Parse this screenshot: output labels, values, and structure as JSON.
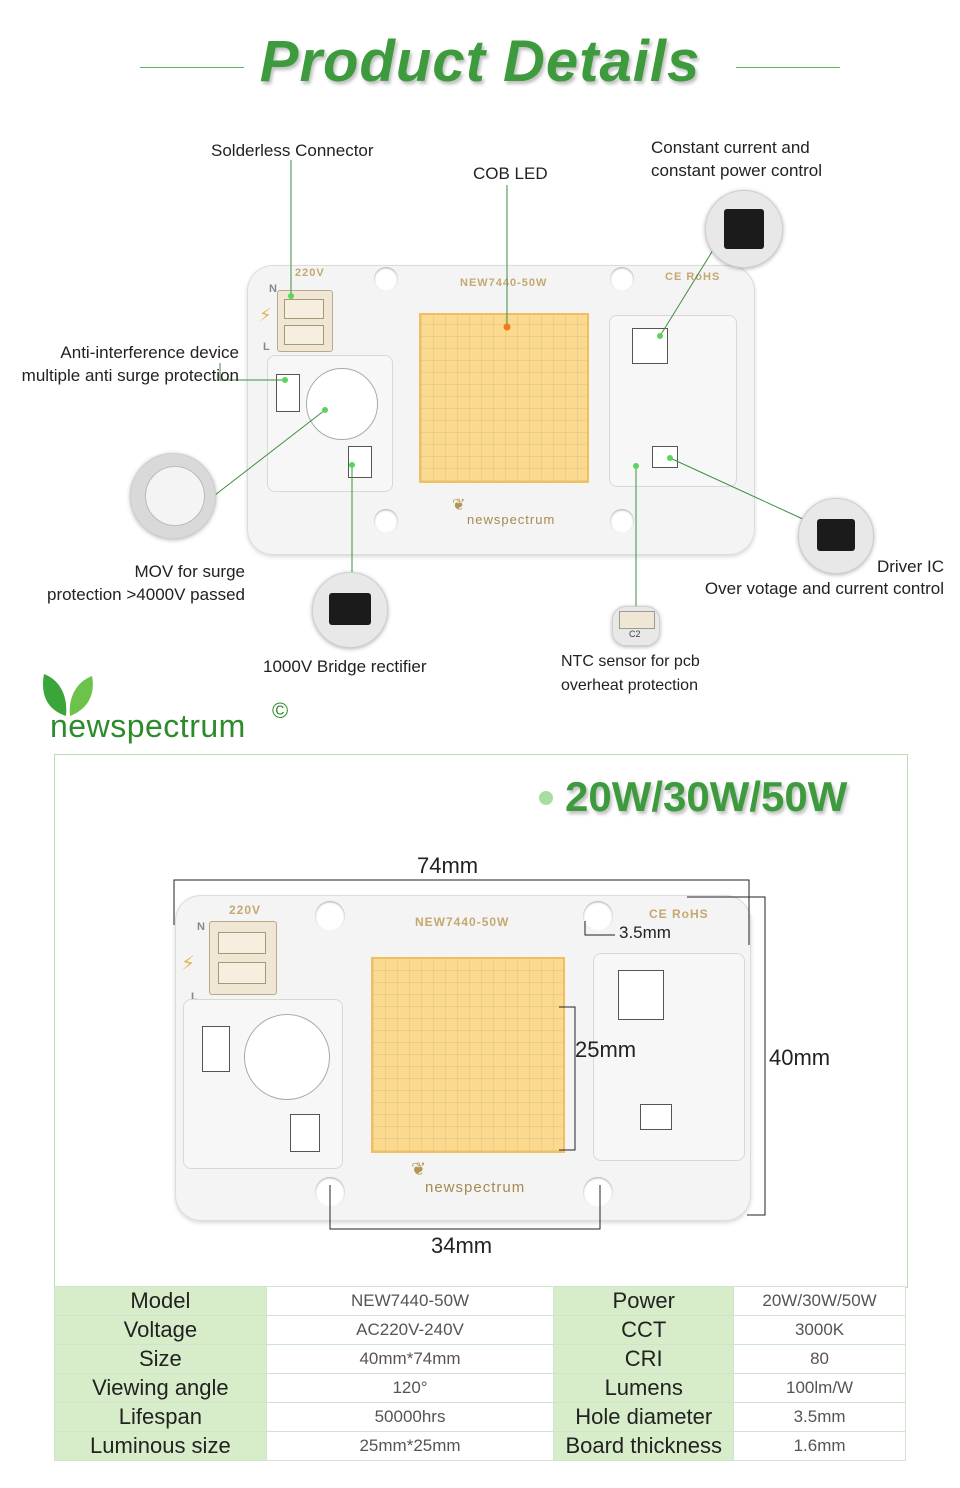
{
  "header": {
    "title": "Product Details"
  },
  "callouts": {
    "solderless": "Solderless Connector",
    "cob": "COB LED",
    "constant_1": "Constant current and",
    "constant_2": "constant power control",
    "anti_1": "Anti-interference device",
    "anti_2": "multiple anti surge protection",
    "mov_1": "MOV for surge",
    "mov_2": "protection >4000V passed",
    "bridge": "1000V Bridge rectifier",
    "ntc_1": "NTC sensor for pcb",
    "ntc_2": "overheat protection",
    "driver_1": "Driver IC",
    "driver_2": "Over votage and current control"
  },
  "board": {
    "voltage_mark": "220V",
    "model_mark": "NEW7440-50W",
    "cert_mark": "CE RoHS",
    "brand_mark": "newspectrum",
    "pin_n": "N",
    "pin_l": "L",
    "cap_mark": "C2"
  },
  "brand": {
    "name": "newspectrum",
    "copyright": "©"
  },
  "power_heading": "20W/30W/50W",
  "dimensions": {
    "width": "74mm",
    "hole": "3.5mm",
    "led": "25mm",
    "height": "40mm",
    "hole_spacing": "34mm"
  },
  "specs": [
    {
      "k1": "Model",
      "v1": "NEW7440-50W",
      "k2": "Power",
      "v2": "20W/30W/50W"
    },
    {
      "k1": "Voltage",
      "v1": "AC220V-240V",
      "k2": "CCT",
      "v2": "3000K"
    },
    {
      "k1": "Size",
      "v1": "40mm*74mm",
      "k2": "CRI",
      "v2": "80"
    },
    {
      "k1": "Viewing angle",
      "v1": "120°",
      "k2": "Lumens",
      "v2": "100lm/W"
    },
    {
      "k1": "Lifespan",
      "v1": "50000hrs",
      "k2": "Hole diameter",
      "v2": "3.5mm"
    },
    {
      "k1": "Luminous size",
      "v1": "25mm*25mm",
      "k2": "Board thickness",
      "v2": "1.6mm"
    }
  ],
  "colors": {
    "accent_green": "#3d9a3d",
    "table_key_bg": "#d7edc9",
    "led_yellow": "#fbd98e"
  }
}
